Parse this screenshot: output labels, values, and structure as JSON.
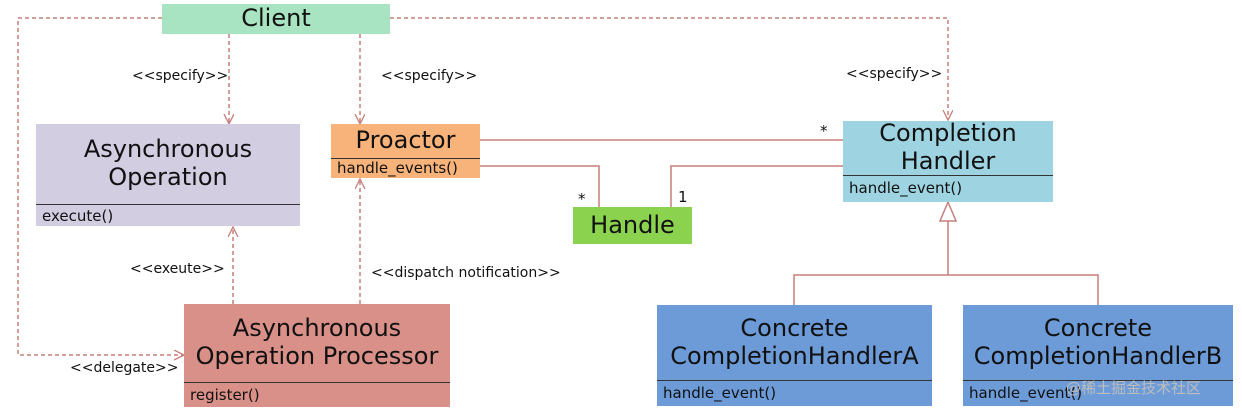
{
  "colors": {
    "client": "#a8e4c2",
    "async_op": "#d3cde2",
    "proactor": "#f7b37a",
    "completion_handler": "#9ed4e1",
    "handle": "#8bd24f",
    "processor": "#d99088",
    "concrete": "#6c9bd8",
    "connector": "#c77e7a"
  },
  "client": {
    "title": "Client"
  },
  "async_operation": {
    "title": "Asynchronous\nOperation",
    "method": "execute()"
  },
  "proactor": {
    "title": "Proactor",
    "method": "handle_events()"
  },
  "completion_handler": {
    "title": "Completion\nHandler",
    "method": "handle_event()"
  },
  "handle": {
    "title": "Handle"
  },
  "processor": {
    "title": "Asynchronous\nOperation Processor",
    "method": "register()"
  },
  "concrete_a": {
    "title": "Concrete\nCompletionHandlerA",
    "method": "handle_event()"
  },
  "concrete_b": {
    "title": "Concrete\nCompletionHandlerB",
    "method": "handle_event()"
  },
  "labels": {
    "specify_left": "<<specify>>",
    "specify_mid": "<<specify>>",
    "specify_right": "<<specify>>",
    "exeute": "<<exeute>>",
    "dispatch": "<<dispatch notification>>",
    "delegate": "<<delegate>>"
  },
  "multiplicity": {
    "proactor_handler": "*",
    "proactor_handle": "*",
    "handler_handle": "1"
  },
  "watermark": "@稀土掘金技术社区"
}
